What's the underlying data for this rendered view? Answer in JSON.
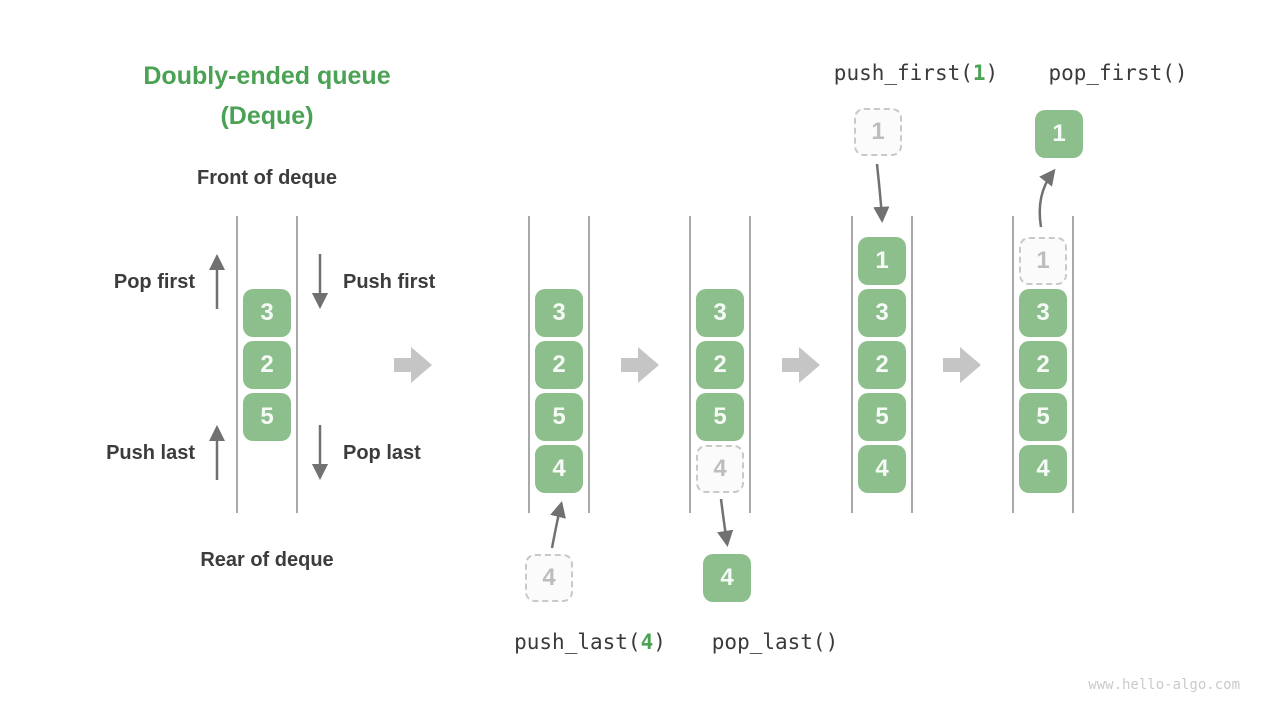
{
  "title": {
    "line1": "Doubly-ended queue",
    "line2": "(Deque)"
  },
  "labels": {
    "front": "Front of deque",
    "rear": "Rear of deque",
    "pop_first": "Pop first",
    "push_first": "Push first",
    "push_last": "Push last",
    "pop_last": "Pop last"
  },
  "operations": {
    "push_first": {
      "prefix": "push_first(",
      "arg": "1",
      "suffix": ")"
    },
    "pop_first": {
      "label": "pop_first()"
    },
    "push_last": {
      "prefix": "push_last(",
      "arg": "4",
      "suffix": ")"
    },
    "pop_last": {
      "label": "pop_last()"
    }
  },
  "deques": [
    {
      "name": "initial-deque",
      "cells": [
        {
          "value": "3",
          "variant": "solid"
        },
        {
          "value": "2",
          "variant": "solid"
        },
        {
          "value": "5",
          "variant": "solid"
        }
      ]
    },
    {
      "name": "deque-during-push-last",
      "cells": [
        {
          "value": "3",
          "variant": "solid"
        },
        {
          "value": "2",
          "variant": "solid"
        },
        {
          "value": "5",
          "variant": "solid"
        },
        {
          "value": "4",
          "variant": "solid"
        }
      ],
      "floating": {
        "value": "4",
        "variant": "ghost",
        "position": "below"
      }
    },
    {
      "name": "deque-during-pop-last",
      "cells": [
        {
          "value": "3",
          "variant": "solid"
        },
        {
          "value": "2",
          "variant": "solid"
        },
        {
          "value": "5",
          "variant": "solid"
        },
        {
          "value": "4",
          "variant": "ghost"
        }
      ],
      "floating": {
        "value": "4",
        "variant": "solid",
        "position": "below"
      }
    },
    {
      "name": "deque-during-push-first",
      "cells": [
        {
          "value": "1",
          "variant": "solid"
        },
        {
          "value": "3",
          "variant": "solid"
        },
        {
          "value": "2",
          "variant": "solid"
        },
        {
          "value": "5",
          "variant": "solid"
        },
        {
          "value": "4",
          "variant": "solid"
        }
      ],
      "floating": {
        "value": "1",
        "variant": "ghost",
        "position": "above"
      }
    },
    {
      "name": "deque-during-pop-first",
      "cells": [
        {
          "value": "1",
          "variant": "ghost"
        },
        {
          "value": "3",
          "variant": "solid"
        },
        {
          "value": "2",
          "variant": "solid"
        },
        {
          "value": "5",
          "variant": "solid"
        },
        {
          "value": "4",
          "variant": "solid"
        }
      ],
      "floating": {
        "value": "1",
        "variant": "solid",
        "position": "above"
      }
    }
  ],
  "watermark": "www.hello-algo.com",
  "colors": {
    "accent_green": "#4BA254",
    "box_green": "#8DBF8D",
    "box_text": "#F7FBF7",
    "ghost_border": "#C9C9C9",
    "ghost_fill": "#FBFBFB",
    "ghost_text": "#BDBDBD",
    "wall_line": "#8C8C8C",
    "thin_arrow": "#717171",
    "block_arrow": "#C5C5C5",
    "dark_text": "#3C3C3C",
    "watermark": "#CACACA"
  }
}
